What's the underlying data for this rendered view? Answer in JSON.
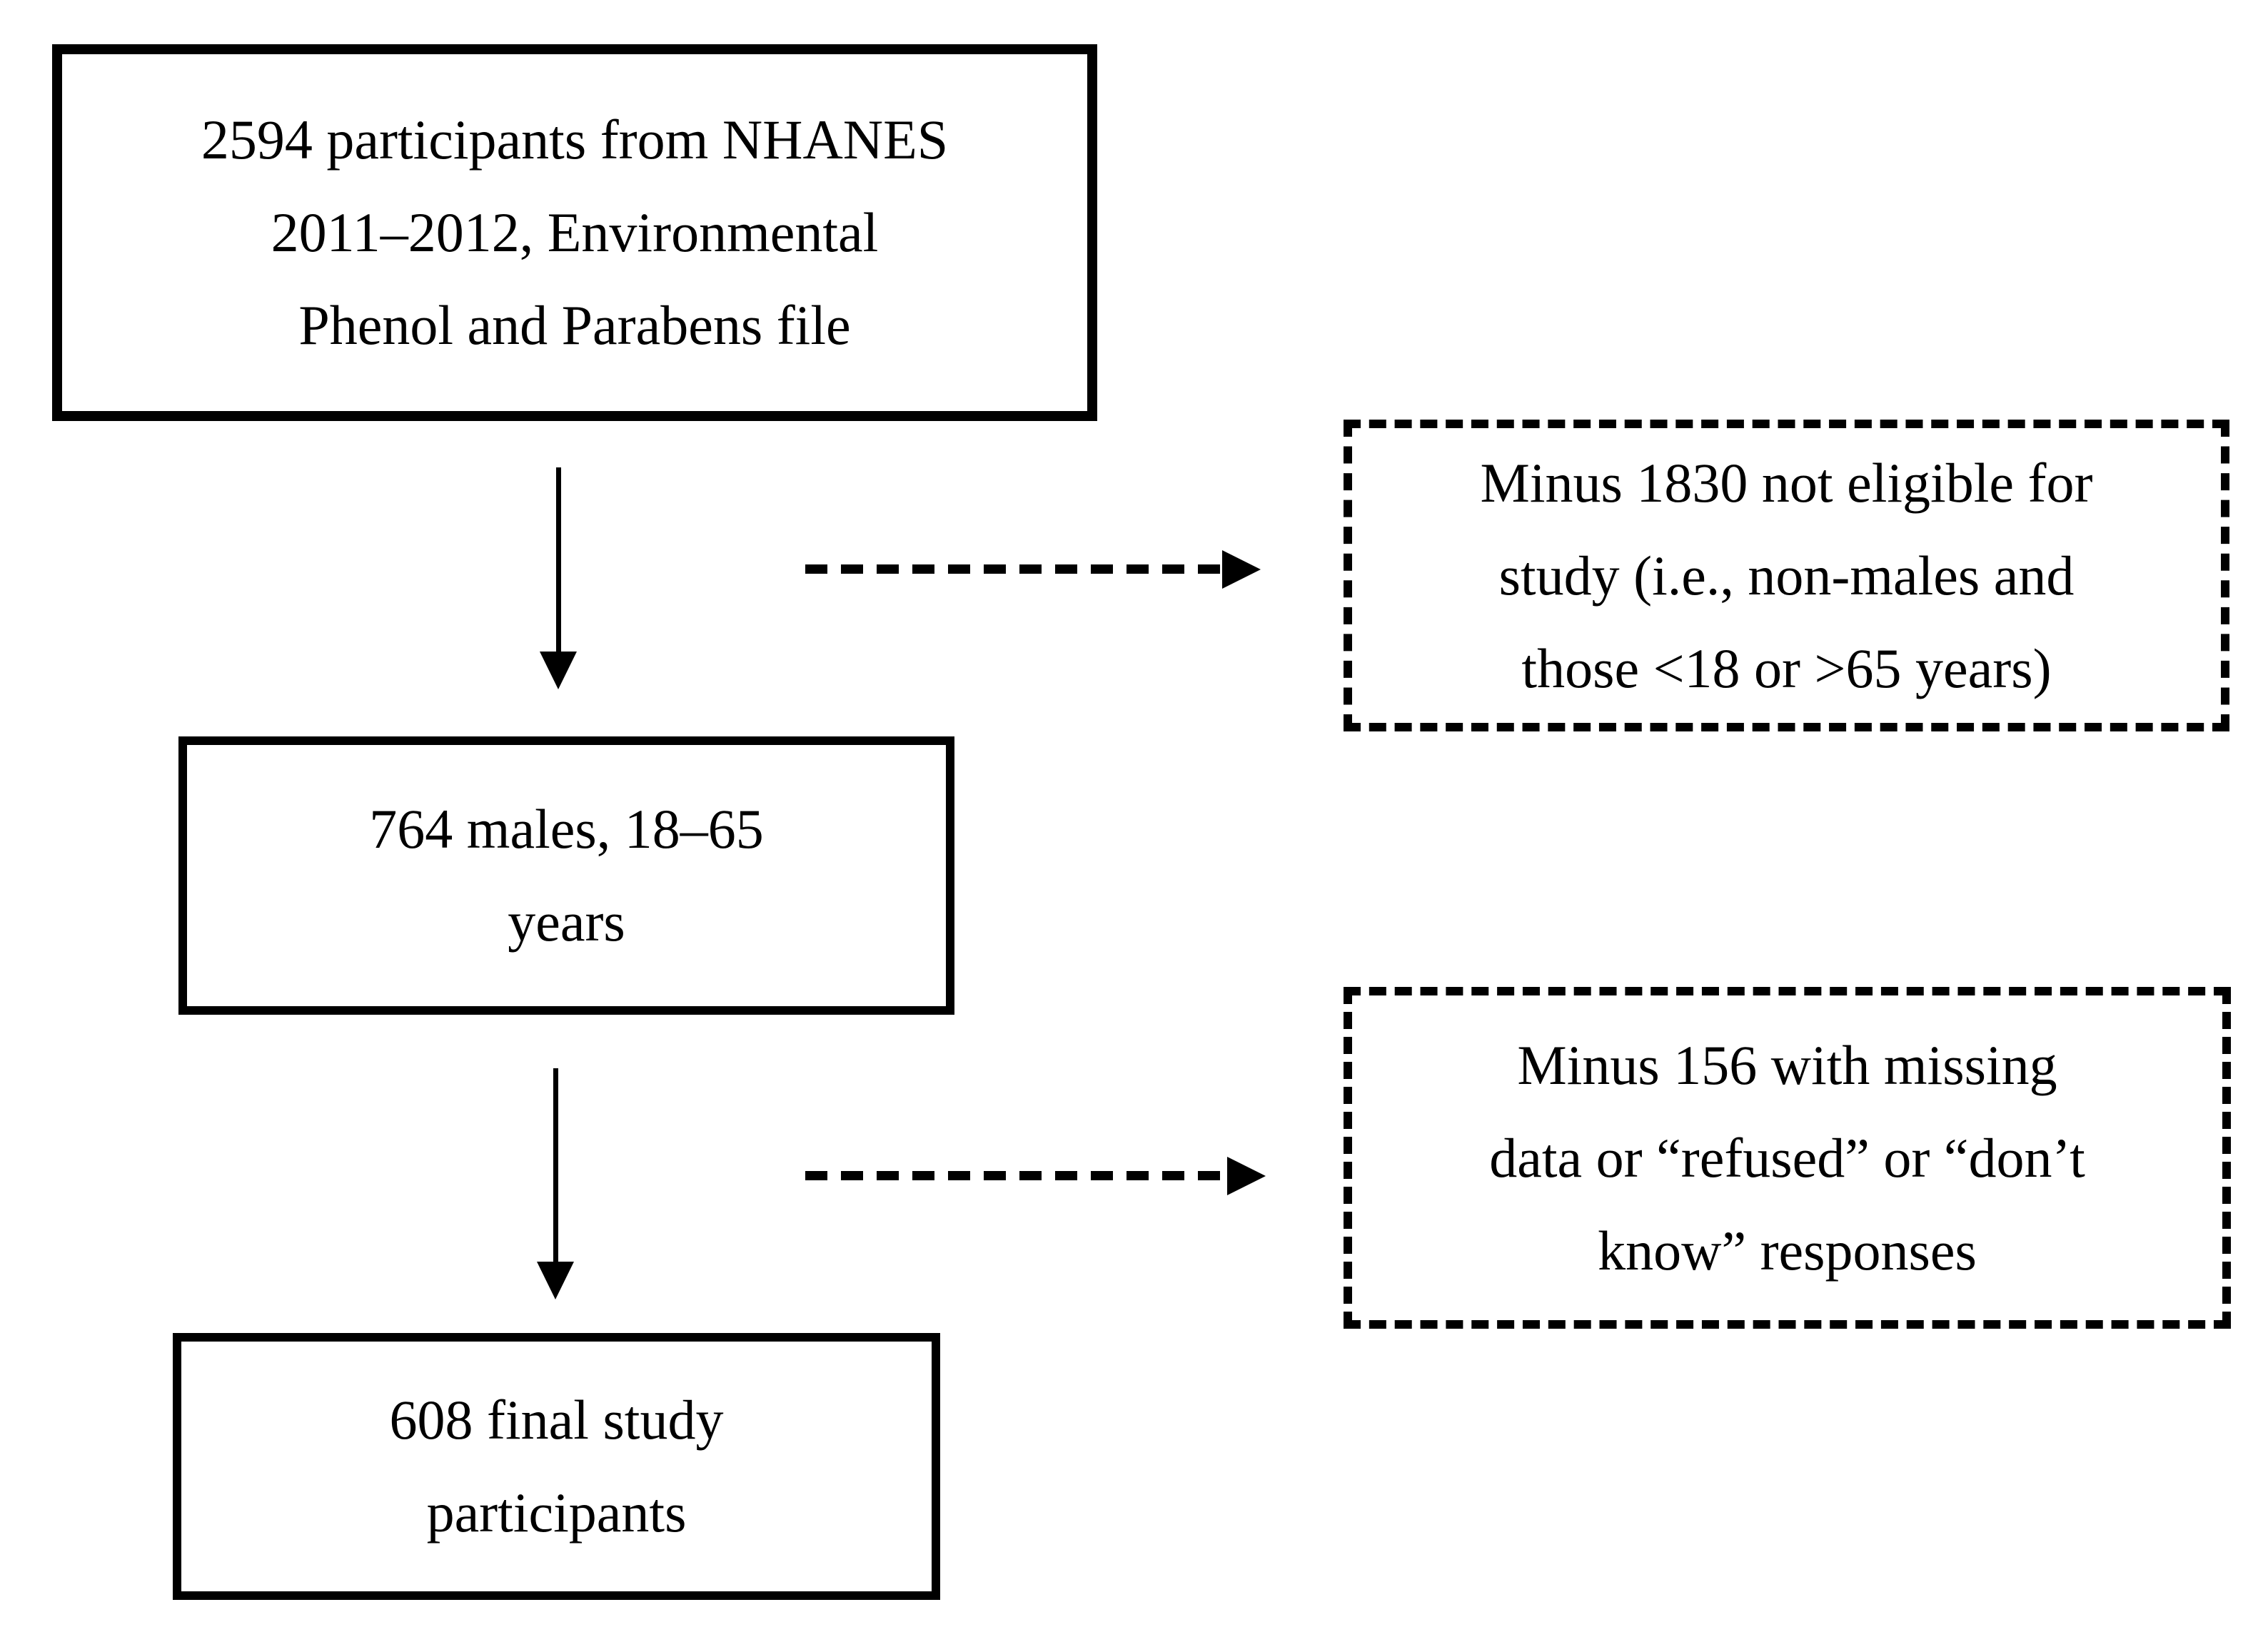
{
  "flowchart": {
    "boxes": {
      "source": {
        "lines": [
          "2594 participants from NHANES",
          "2011–2012, Environmental",
          "Phenol and Parabens file"
        ]
      },
      "males": {
        "lines": [
          "764 males, 18–65",
          "years"
        ]
      },
      "final": {
        "lines": [
          "608 final study",
          "participants"
        ]
      },
      "excluded_eligibility": {
        "lines": [
          "Minus 1830 not eligible for",
          "study (i.e., non-males and",
          "those <18 or >65 years)"
        ]
      },
      "excluded_missing": {
        "lines": [
          "Minus 156 with missing",
          "data or “refused” or “don’t",
          "know” responses"
        ]
      }
    },
    "colors": {
      "line": "#000000",
      "background": "#ffffff"
    }
  }
}
